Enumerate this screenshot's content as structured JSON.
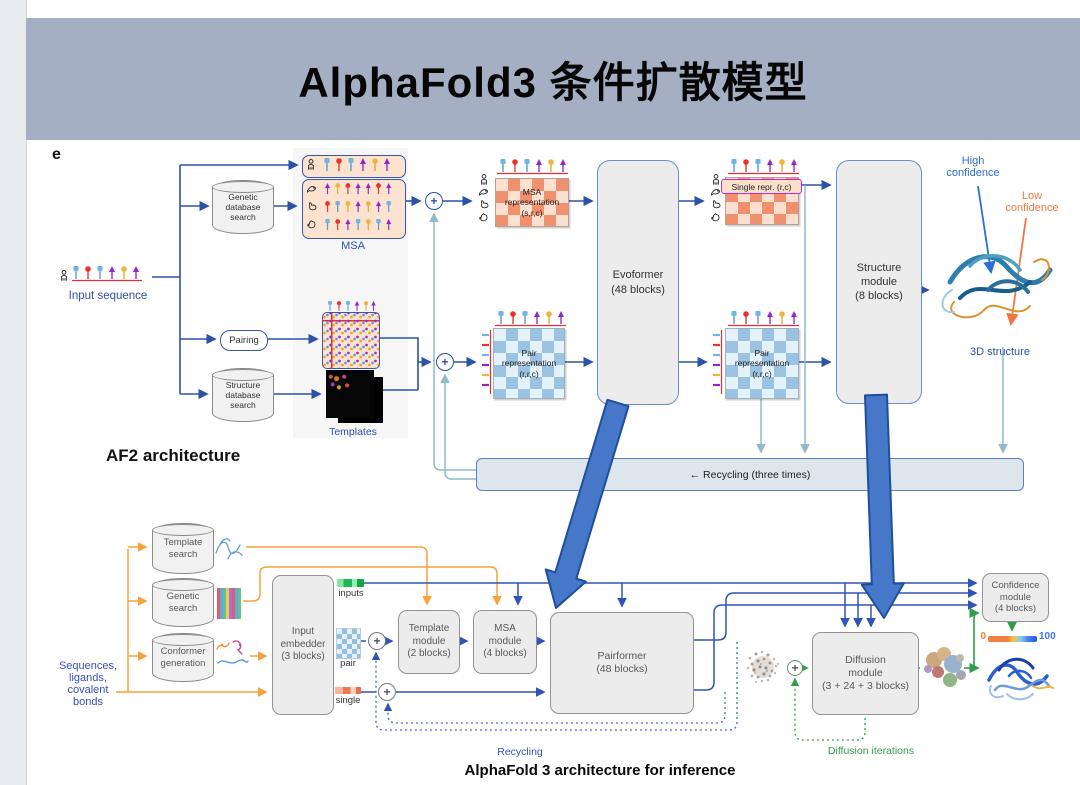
{
  "slide": {
    "title": "AlphaFold3 条件扩散模型"
  },
  "sym": {
    "plus": "+"
  },
  "af2": {
    "panel_label": "e",
    "input_sequence_label": "Input sequence",
    "genetic_db": "Genetic\ndatabase\nsearch",
    "pairing": "Pairing",
    "structure_db": "Structure\ndatabase\nsearch",
    "msa_label": "MSA",
    "templates_label": "Templates",
    "arch_label": "AF2 architecture",
    "msa_representation": "MSA\nrepresentation\n(s,r,c)",
    "evoformer": "Evoformer\n(48 blocks)",
    "pair_representation": "Pair\nrepresentation\n(r,r,c)",
    "single_repr": "Single repr. (r,c)",
    "structure_module": "Structure\nmodule\n(8 blocks)",
    "high_confidence": "High\nconfidence",
    "low_confidence": "Low\nconfidence",
    "structure_3d_label": "3D structure",
    "recycling_label": "← Recycling (three times)"
  },
  "af3": {
    "inputs_text": "Sequences,\nligands,\ncovalent\nbonds",
    "template_search": "Template\nsearch",
    "genetic_search": "Genetic\nsearch",
    "conformer_generation": "Conformer\ngeneration",
    "input_embedder": "Input\nembedder\n(3 blocks)",
    "inputs_swatch_label": "inputs",
    "pair_swatch_label": "pair",
    "single_swatch_label": "single",
    "template_module": "Template\nmodule\n(2 blocks)",
    "msa_module": "MSA\nmodule\n(4 blocks)",
    "pairformer": "Pairformer\n(48 blocks)",
    "diffusion_module": "Diffusion\nmodule\n(3 + 24 + 3 blocks)",
    "confidence_module": "Confidence\nmodule\n(4 blocks)",
    "recycling_label": "Recycling",
    "diffusion_iterations_label": "Diffusion iterations",
    "colorbar_min": "0",
    "colorbar_max": "100",
    "caption": "AlphaFold 3 architecture for inference"
  },
  "colors": {
    "title_bar": "#a5afc3",
    "af2_blue": "#2b52a8",
    "teal": "#8fbcc8",
    "af3_blue": "#2f54b5",
    "orange": "#f5a33c",
    "green": "#2f9e4a",
    "big_arrow": "#4677c8",
    "high_confidence": "#2b6fd4",
    "low_confidence": "#f07840"
  }
}
